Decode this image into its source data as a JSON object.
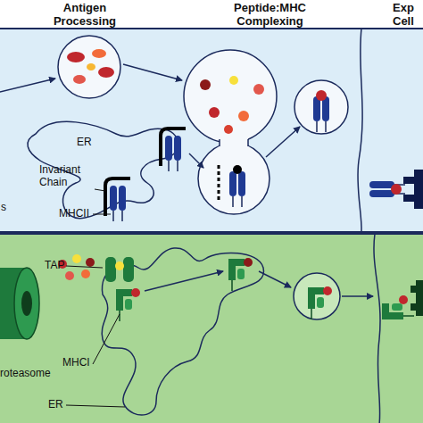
{
  "diagram": {
    "labels": [
      "Antigen Processing",
      "Peptide:MHC Complexing",
      "Exp Cell",
      "s",
      "ER",
      "Invariant Chain",
      "MHCII",
      "TAP",
      "roteasome",
      "MHCI",
      "ER"
    ]
  }
}
